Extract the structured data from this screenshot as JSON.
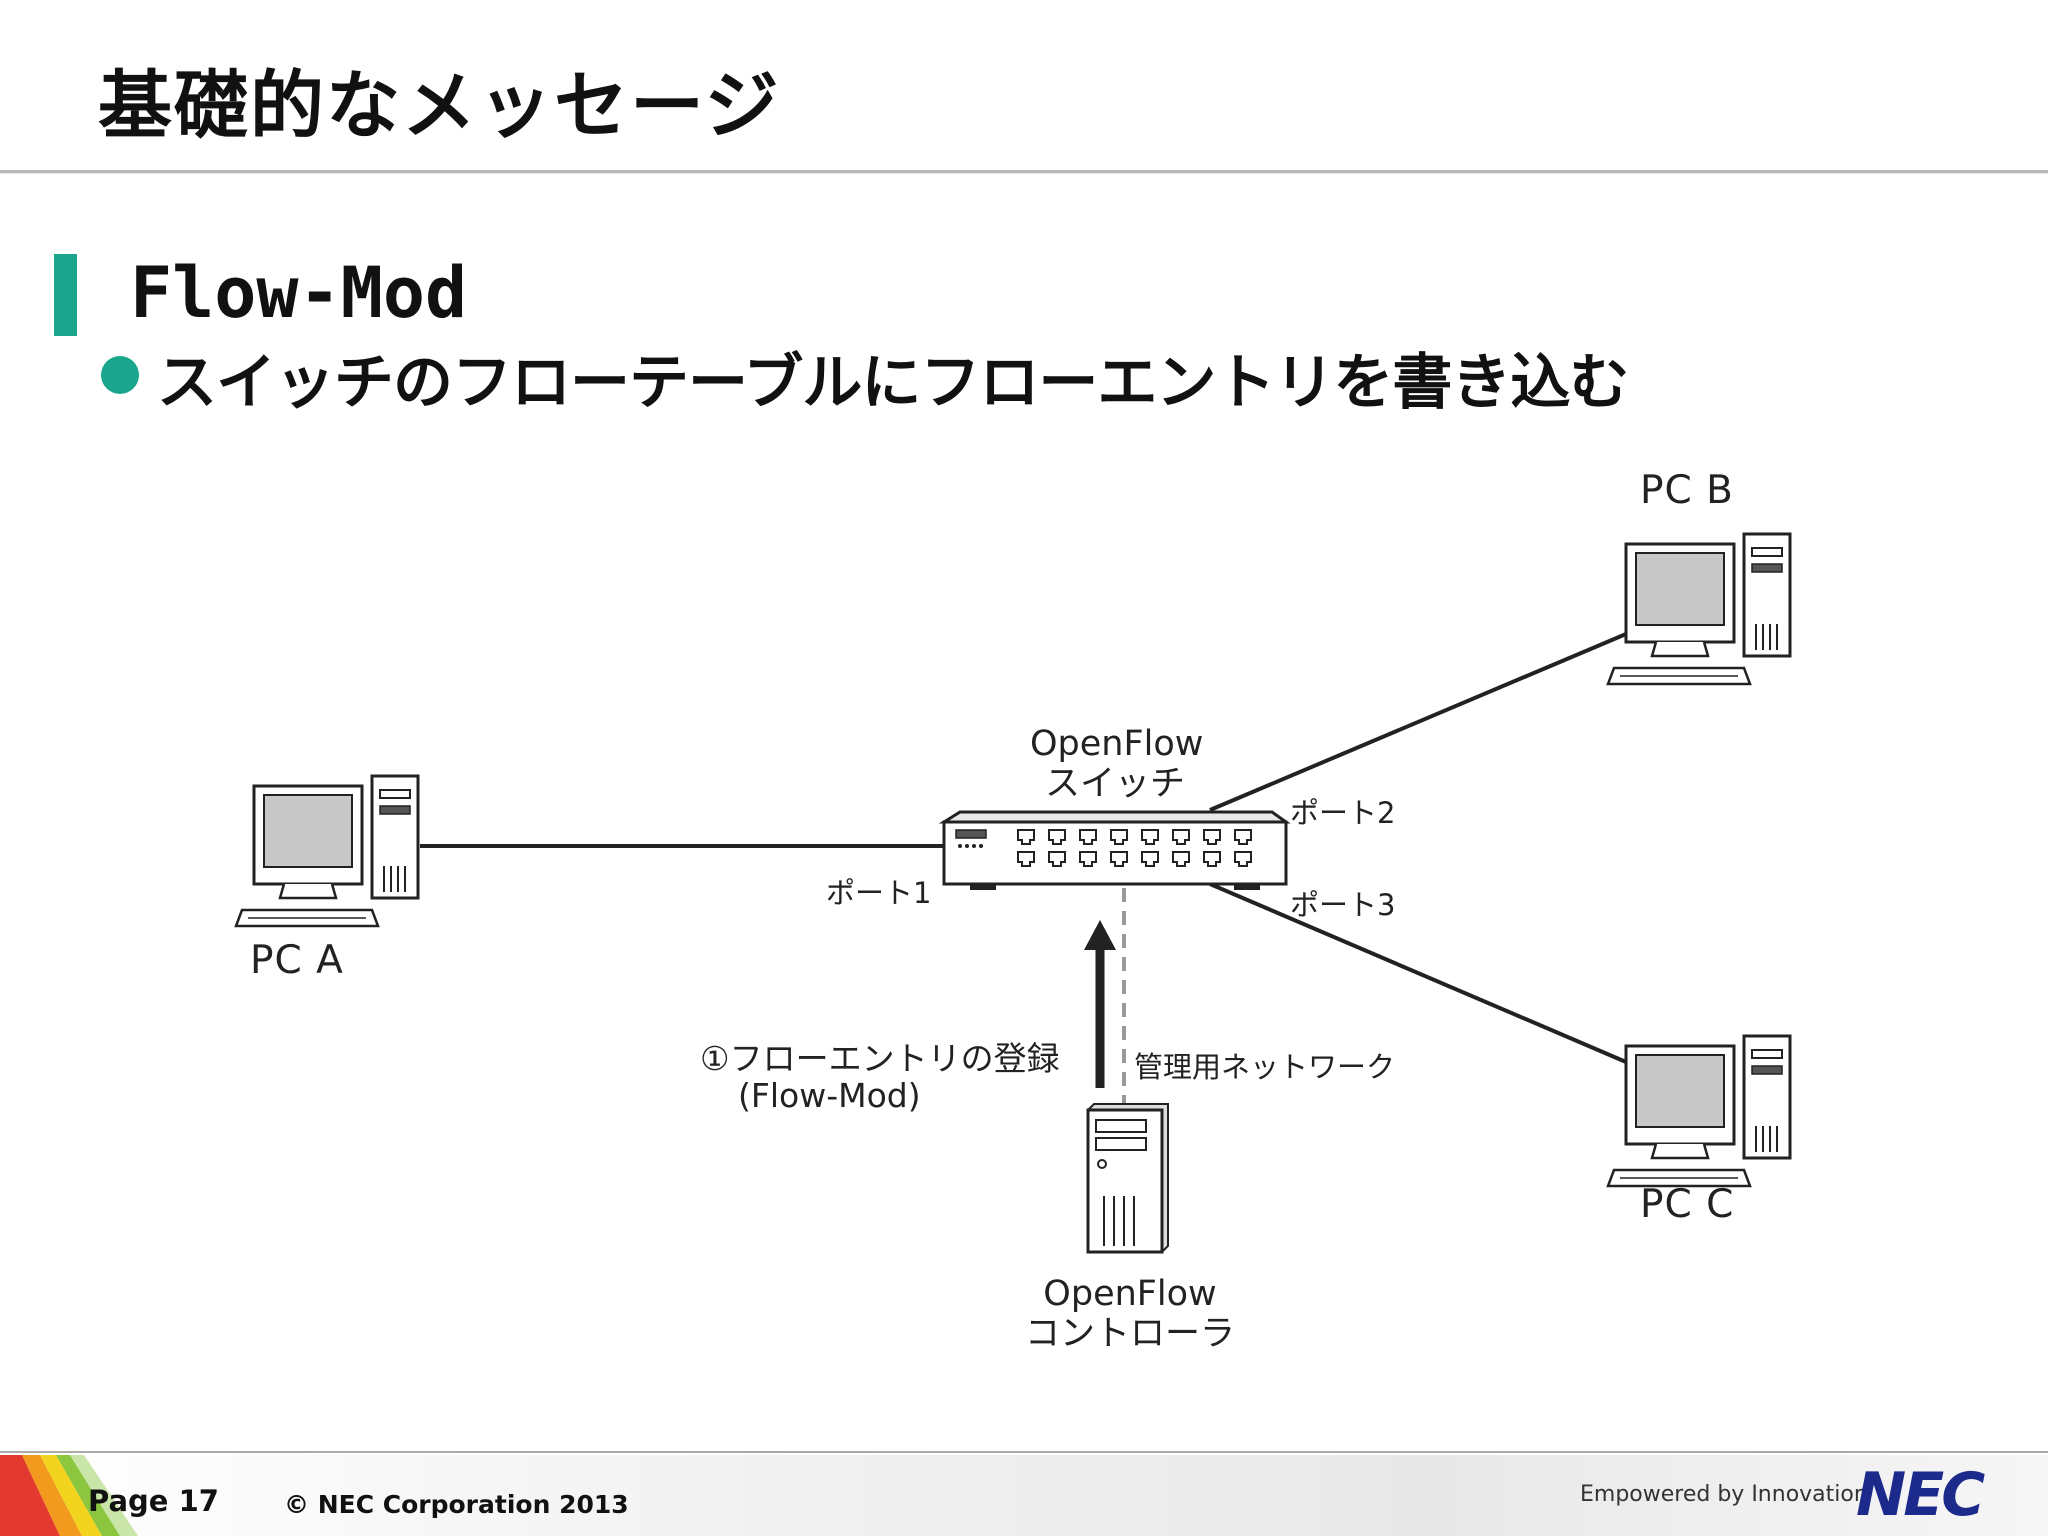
{
  "slide": {
    "title": "基礎的なメッセージ",
    "section_heading": "Flow-Mod",
    "bullet": "スイッチのフローテーブルにフローエントリを書き込む"
  },
  "diagram": {
    "pc_a": "PC A",
    "pc_b": "PC B",
    "pc_c": "PC C",
    "switch_label_line1": "OpenFlow",
    "switch_label_line2": "スイッチ",
    "port1": "ポート1",
    "port2": "ポート2",
    "port3": "ポート3",
    "controller_label_line1": "OpenFlow",
    "controller_label_line2": "コントローラ",
    "flow_entry_label": "①フローエントリの登録",
    "flow_mod_label": "(Flow-Mod)",
    "mgmt_network_label": "管理用ネットワーク"
  },
  "footer": {
    "page_number": "Page 17",
    "copyright": "© NEC Corporation 2013",
    "tagline": "Empowered by Innovation",
    "logo_text": "NEC"
  },
  "colors": {
    "accent": "#1aa68c",
    "logo": "#1c2a8c"
  }
}
